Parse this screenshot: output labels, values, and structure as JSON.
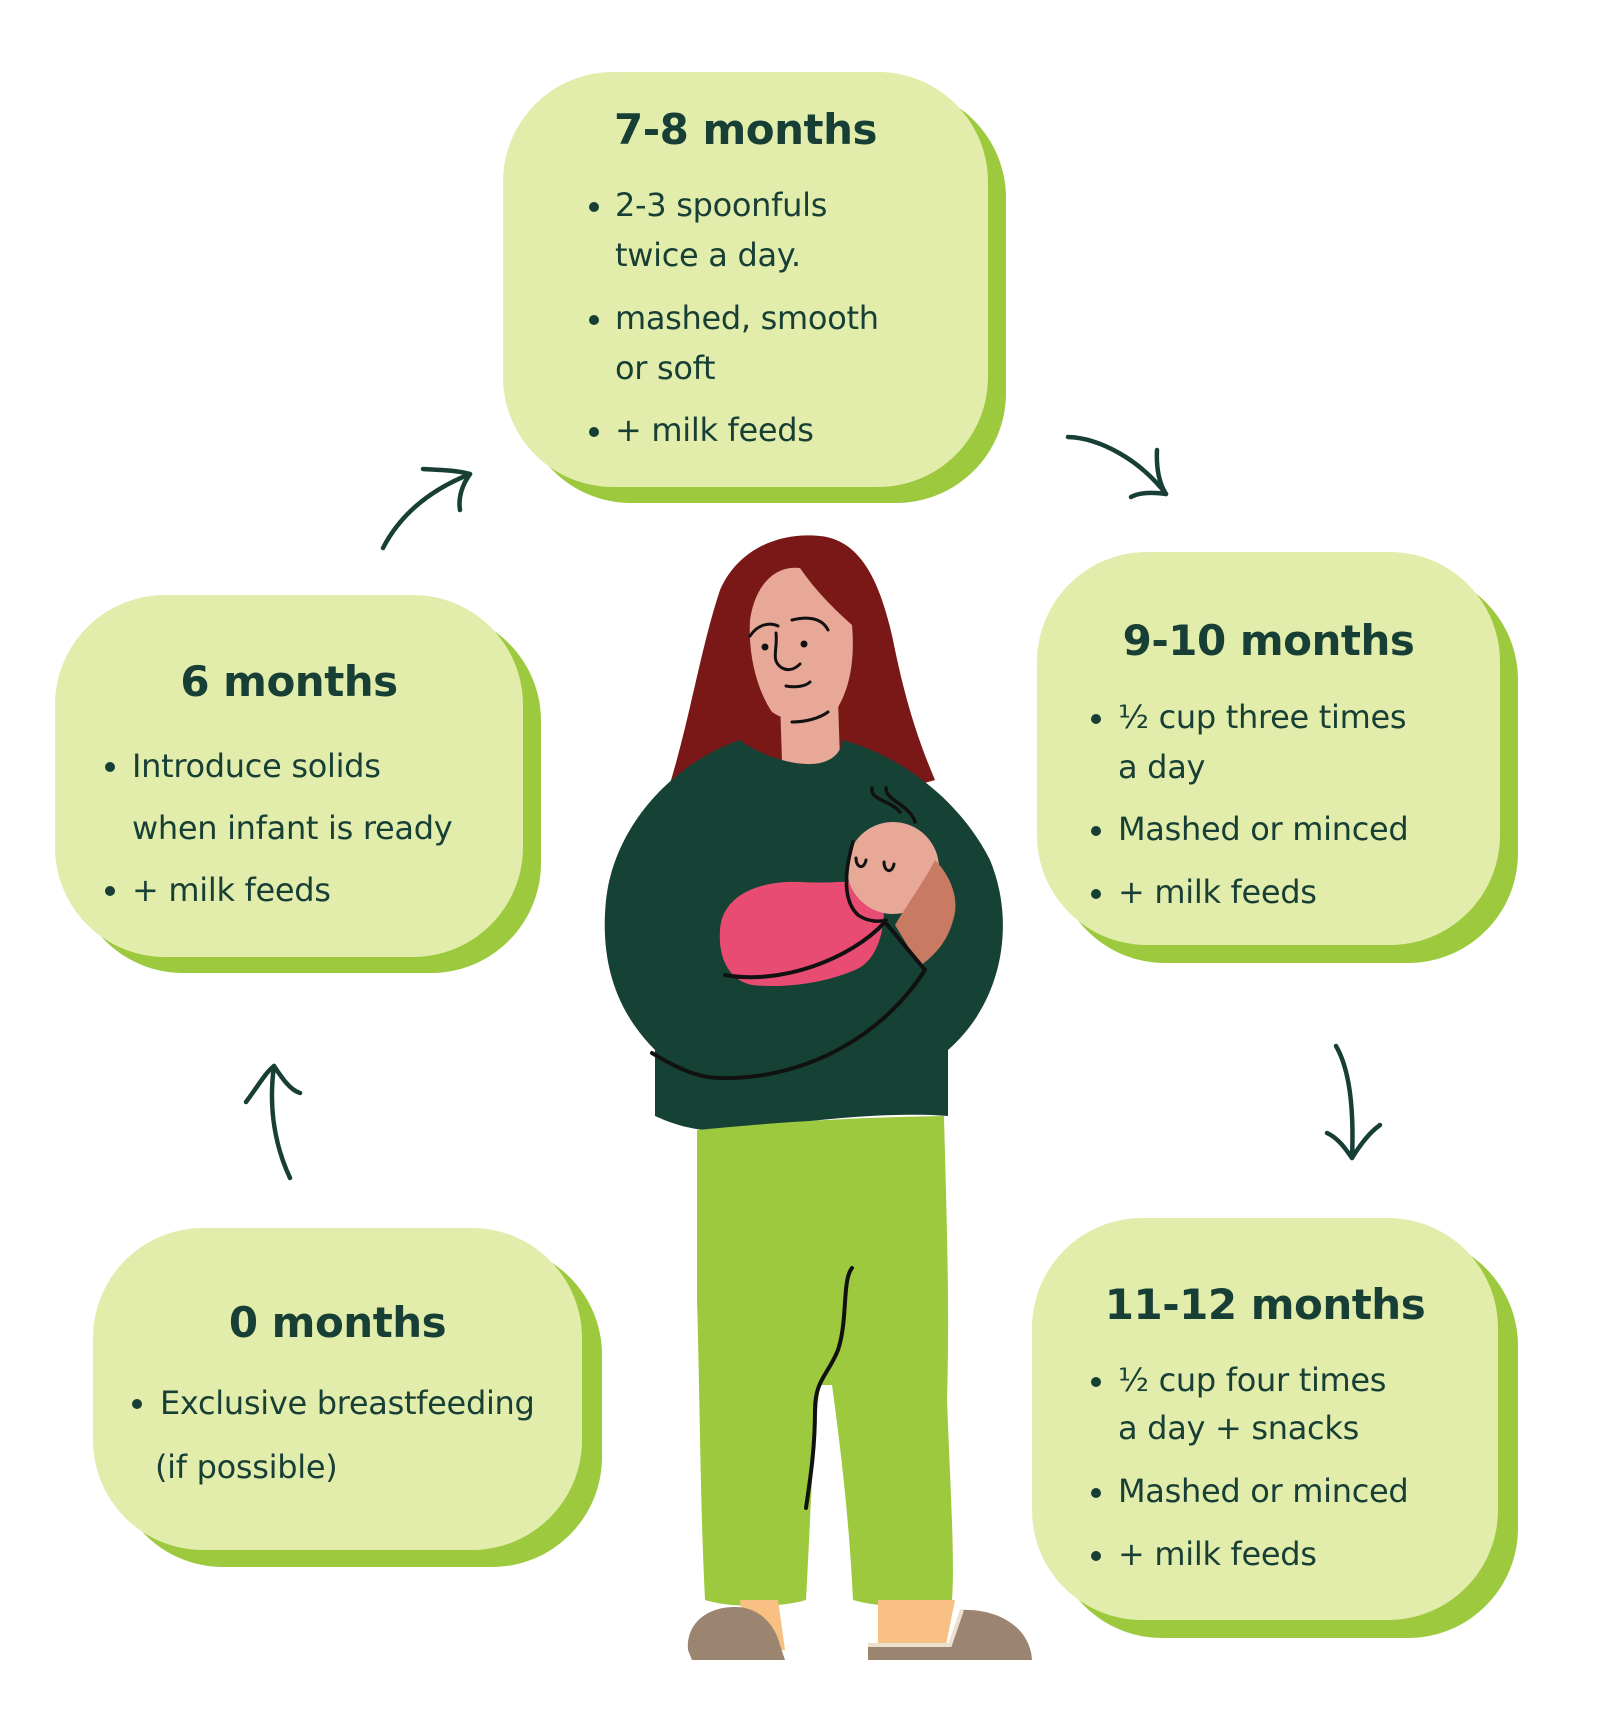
{
  "diagram": {
    "type": "cycle",
    "subject": "Infant feeding stages",
    "colors": {
      "card_fill": "#e2ecab",
      "card_shadow": "#9cc93e",
      "text": "#173f35",
      "arrow": "#173f35",
      "hair": "#7a1818",
      "skin": "#e8a898",
      "sweater": "#164236",
      "pants": "#9cc93e",
      "baby_blanket": "#e84c72",
      "shoe": "#9c8570",
      "sock": "#f8c083"
    },
    "stages": [
      {
        "id": "0",
        "title": "0 months",
        "bullets": [
          {
            "lines": [
              "Exclusive breastfeeding",
              "(if possible)"
            ]
          }
        ]
      },
      {
        "id": "6",
        "title": "6 months",
        "bullets": [
          {
            "lines": [
              "Introduce solids",
              "when infant is ready"
            ]
          },
          {
            "lines": [
              "+ milk feeds"
            ]
          }
        ]
      },
      {
        "id": "7-8",
        "title": "7-8 months",
        "bullets": [
          {
            "lines": [
              "2-3 spoonfuls",
              "twice a day."
            ]
          },
          {
            "lines": [
              "mashed, smooth",
              "or soft"
            ]
          },
          {
            "lines": [
              "+ milk feeds"
            ]
          }
        ]
      },
      {
        "id": "9-10",
        "title": "9-10 months",
        "bullets": [
          {
            "lines": [
              "½ cup three times",
              "a day"
            ]
          },
          {
            "lines": [
              "Mashed or minced"
            ]
          },
          {
            "lines": [
              "+ milk feeds"
            ]
          }
        ]
      },
      {
        "id": "11-12",
        "title": "11-12 months",
        "bullets": [
          {
            "lines": [
              "½ cup four times",
              "a day + snacks"
            ]
          },
          {
            "lines": [
              "Mashed or minced"
            ]
          },
          {
            "lines": [
              "+ milk feeds"
            ]
          }
        ]
      }
    ],
    "arrows": [
      {
        "from": "0 months",
        "to": "6 months",
        "icon": "arrow-up-icon"
      },
      {
        "from": "6 months",
        "to": "7-8 months",
        "icon": "arrow-up-right-icon"
      },
      {
        "from": "7-8 months",
        "to": "9-10 months",
        "icon": "arrow-down-right-icon"
      },
      {
        "from": "9-10 months",
        "to": "11-12 months",
        "icon": "arrow-down-icon"
      }
    ],
    "illustration": "mother-holding-baby"
  }
}
